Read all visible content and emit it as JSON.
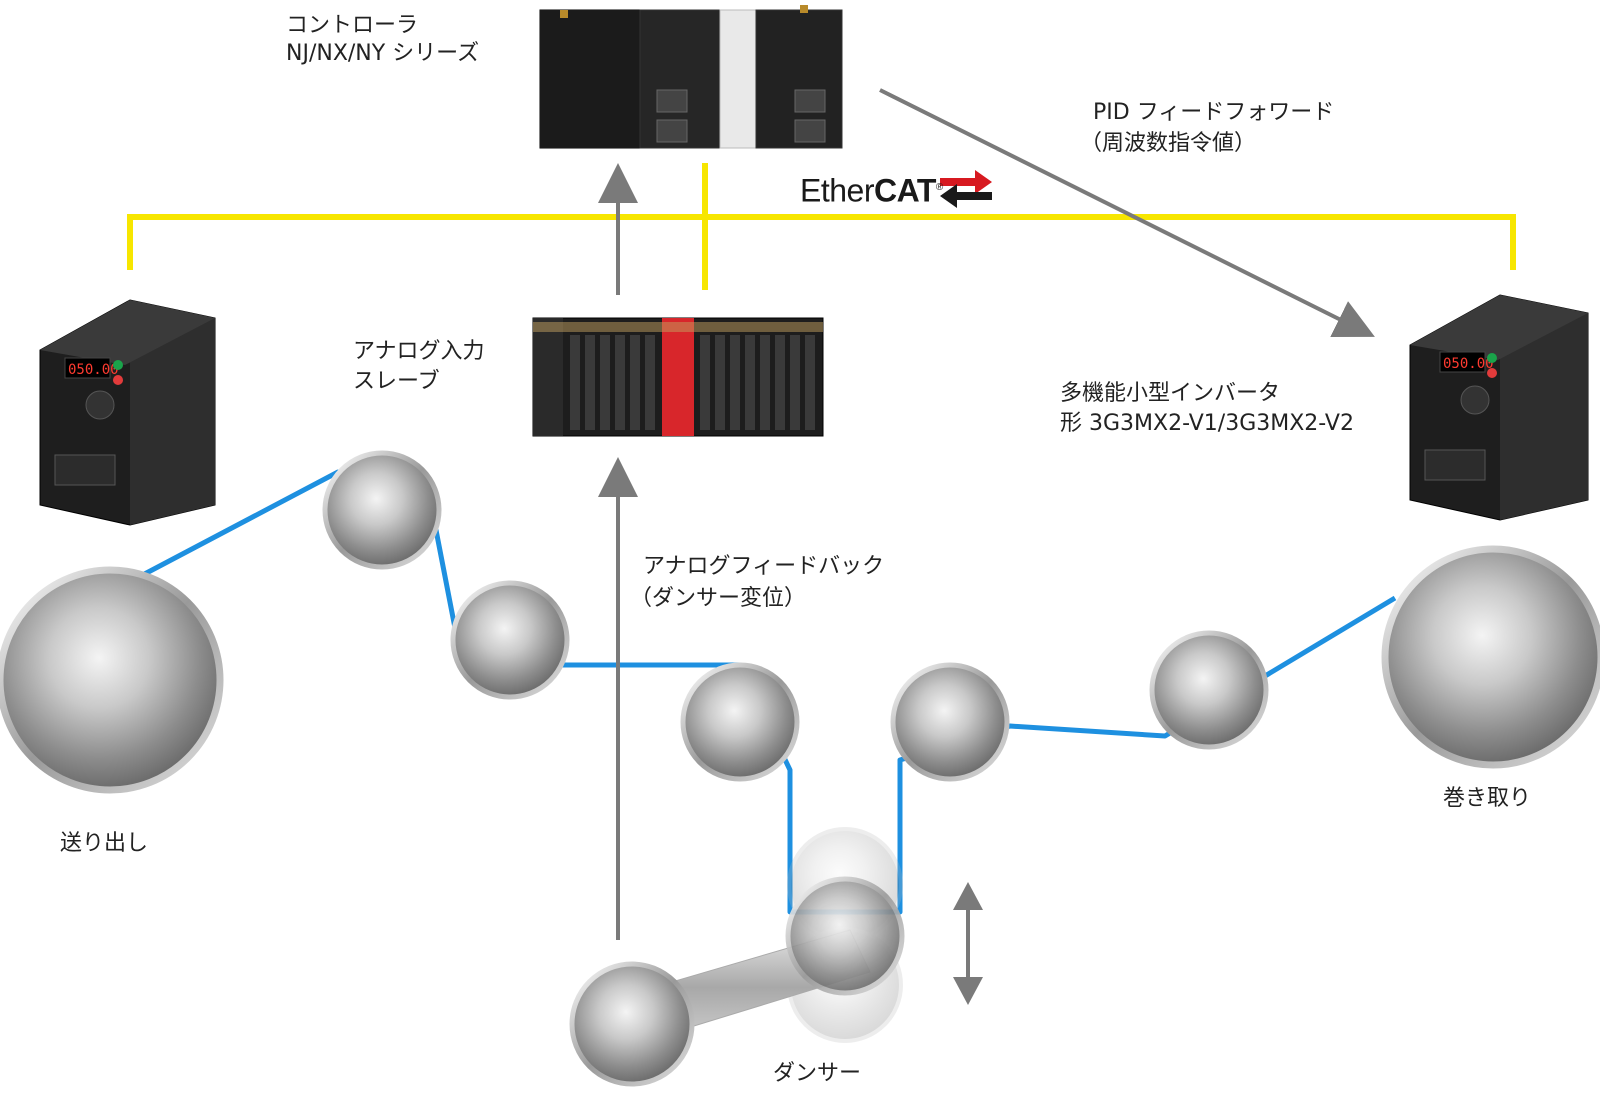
{
  "labels": {
    "controller_line1": "コントローラ",
    "controller_line2": "NJ/NX/NY シリーズ",
    "feedforward_line1": "PID フィードフォワード",
    "feedforward_line2": "（周波数指令値）",
    "ethercat_part1": "Ether",
    "ethercat_part2": "CAT",
    "ethercat_reg": "®",
    "analog_slave_line1": "アナログ入力",
    "analog_slave_line2": "スレーブ",
    "inverter_line1": "多機能小型インバータ",
    "inverter_line2": "形 3G3MX2-V1/3G3MX2-V2",
    "feedback_line1": "アナログフィードバック",
    "feedback_line2": "（ダンサー変位）",
    "unwind": "送り出し",
    "rewind": "巻き取り",
    "dancer": "ダンサー"
  },
  "inverter_display": "050.00",
  "colors": {
    "ethercat_line": "#f7e600",
    "web": "#1e90e0",
    "arrow": "#7a7a7a",
    "ethercat_red": "#d71920",
    "slave_red": "#d8262b"
  }
}
